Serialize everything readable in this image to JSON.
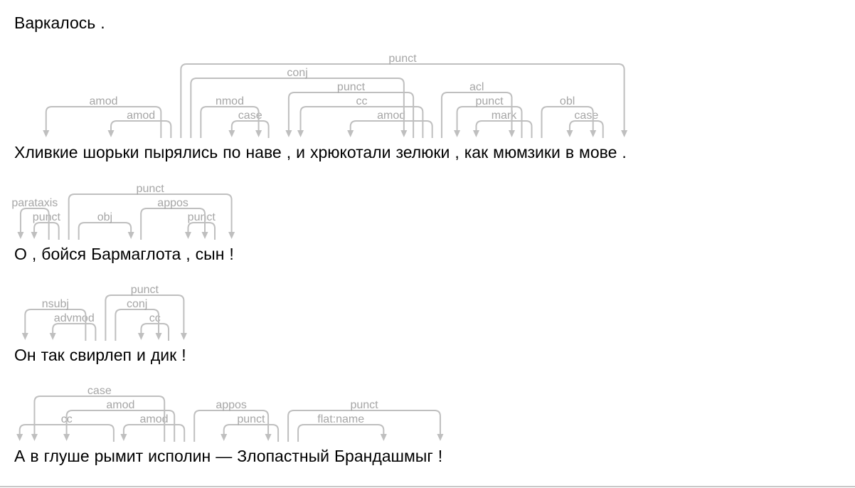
{
  "sentences": [
    {
      "tokens": [
        "Варкалось",
        "."
      ],
      "arcs": []
    },
    {
      "tokens": [
        "Хливкие",
        "шорьки",
        "пырялись",
        "по",
        "наве",
        ",",
        "и",
        "хрюкотали",
        "зелюки",
        ",",
        "как",
        "мюмзики",
        "в",
        "мове",
        "."
      ],
      "arcs": [
        {
          "label": "amod",
          "head": 2,
          "dep": 0
        },
        {
          "label": "amod",
          "head": 2,
          "dep": 1
        },
        {
          "label": "case",
          "head": 4,
          "dep": 3
        },
        {
          "label": "nmod",
          "head": 2,
          "dep": 4
        },
        {
          "label": "cc",
          "head": 8,
          "dep": 6
        },
        {
          "label": "amod",
          "head": 8,
          "dep": 7
        },
        {
          "label": "punct",
          "head": 8,
          "dep": 5
        },
        {
          "label": "conj",
          "head": 2,
          "dep": 8
        },
        {
          "label": "mark",
          "head": 11,
          "dep": 10
        },
        {
          "label": "punct",
          "head": 11,
          "dep": 9
        },
        {
          "label": "case",
          "head": 13,
          "dep": 12
        },
        {
          "label": "obl",
          "head": 11,
          "dep": 13
        },
        {
          "label": "acl",
          "head": 8,
          "dep": 11
        },
        {
          "label": "punct",
          "head": 2,
          "dep": 14
        }
      ]
    },
    {
      "tokens": [
        "О",
        ",",
        "бойся",
        "Бармаглота",
        ",",
        "сын",
        "!"
      ],
      "arcs": [
        {
          "label": "punct",
          "head": 2,
          "dep": 1
        },
        {
          "label": "parataxis",
          "head": 2,
          "dep": 0
        },
        {
          "label": "obj",
          "head": 2,
          "dep": 3
        },
        {
          "label": "punct",
          "head": 5,
          "dep": 4
        },
        {
          "label": "appos",
          "head": 3,
          "dep": 5
        },
        {
          "label": "punct",
          "head": 2,
          "dep": 6
        }
      ]
    },
    {
      "tokens": [
        "Он",
        "так",
        "свирлеп",
        "и",
        "дик",
        "!"
      ],
      "arcs": [
        {
          "label": "advmod",
          "head": 2,
          "dep": 1
        },
        {
          "label": "nsubj",
          "head": 2,
          "dep": 0
        },
        {
          "label": "cc",
          "head": 4,
          "dep": 3
        },
        {
          "label": "conj",
          "head": 2,
          "dep": 4
        },
        {
          "label": "punct",
          "head": 2,
          "dep": 5
        }
      ]
    },
    {
      "tokens": [
        "А",
        "в",
        "глуше",
        "рымит",
        "исполин",
        "—",
        "Злопастный",
        "Брандашмыг",
        "!"
      ],
      "arcs": [
        {
          "label": "cc",
          "head": 3,
          "dep": 0
        },
        {
          "label": "amod",
          "head": 4,
          "dep": 2
        },
        {
          "label": "amod",
          "head": 4,
          "dep": 3
        },
        {
          "label": "case",
          "head": 4,
          "dep": 1
        },
        {
          "label": "punct",
          "head": 6,
          "dep": 5
        },
        {
          "label": "appos",
          "head": 4,
          "dep": 6
        },
        {
          "label": "flat:name",
          "head": 6,
          "dep": 7
        },
        {
          "label": "punct",
          "head": 6,
          "dep": 8
        }
      ]
    }
  ]
}
